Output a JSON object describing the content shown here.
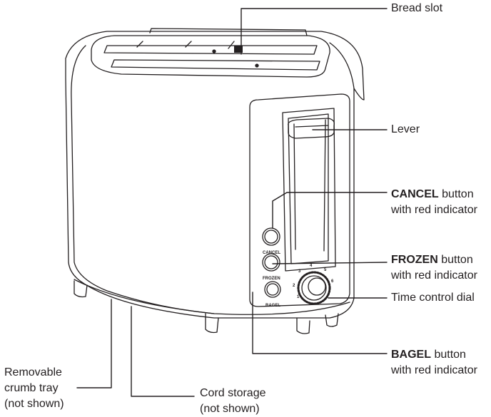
{
  "callouts": {
    "bread_slot": {
      "text": "Bread slot"
    },
    "lever": {
      "text": "Lever"
    },
    "cancel": {
      "bold": "CANCEL",
      "rest": " button",
      "line2": "with red indicator"
    },
    "frozen": {
      "bold": "FROZEN",
      "rest": " button",
      "line2": "with red indicator"
    },
    "time_dial": {
      "text": "Time control dial"
    },
    "bagel": {
      "bold": "BAGEL",
      "rest": " button",
      "line2": "with red indicator"
    },
    "crumb_tray": {
      "line1": "Removable",
      "line2": "crumb tray",
      "line3": "(not shown)"
    },
    "cord_storage": {
      "line1": "Cord storage",
      "line2": "(not shown)"
    }
  },
  "panel": {
    "cancel_label": "CANCEL",
    "frozen_label": "FROZEN",
    "bagel_label": "BAGEL",
    "dial_marks": [
      "1",
      "2",
      "3",
      "4",
      "5",
      "6"
    ]
  },
  "colors": {
    "line": "#231f20",
    "background": "#ffffff"
  }
}
